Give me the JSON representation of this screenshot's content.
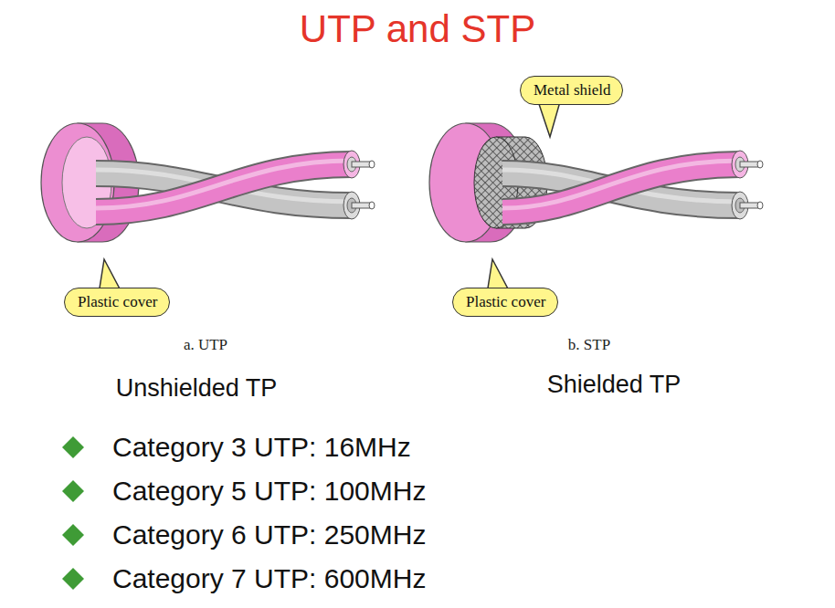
{
  "diagram": {
    "title": "UTP and STP",
    "nodes": [
      {
        "text": [
          "Metal shield"
        ]
      },
      {
        "text": [
          "Plastic cover"
        ]
      },
      {
        "text": [
          "Plastic cover"
        ]
      }
    ],
    "labels": [
      "a. UTP",
      "b. STP",
      "Unshielded TP",
      "Shielded TP",
      "Category 3 UTP: 16MHz",
      "Category 5 UTP: 100MHz",
      "Category 6 UTP: 250MHz",
      "Category 7 UTP: 600MHz"
    ]
  }
}
